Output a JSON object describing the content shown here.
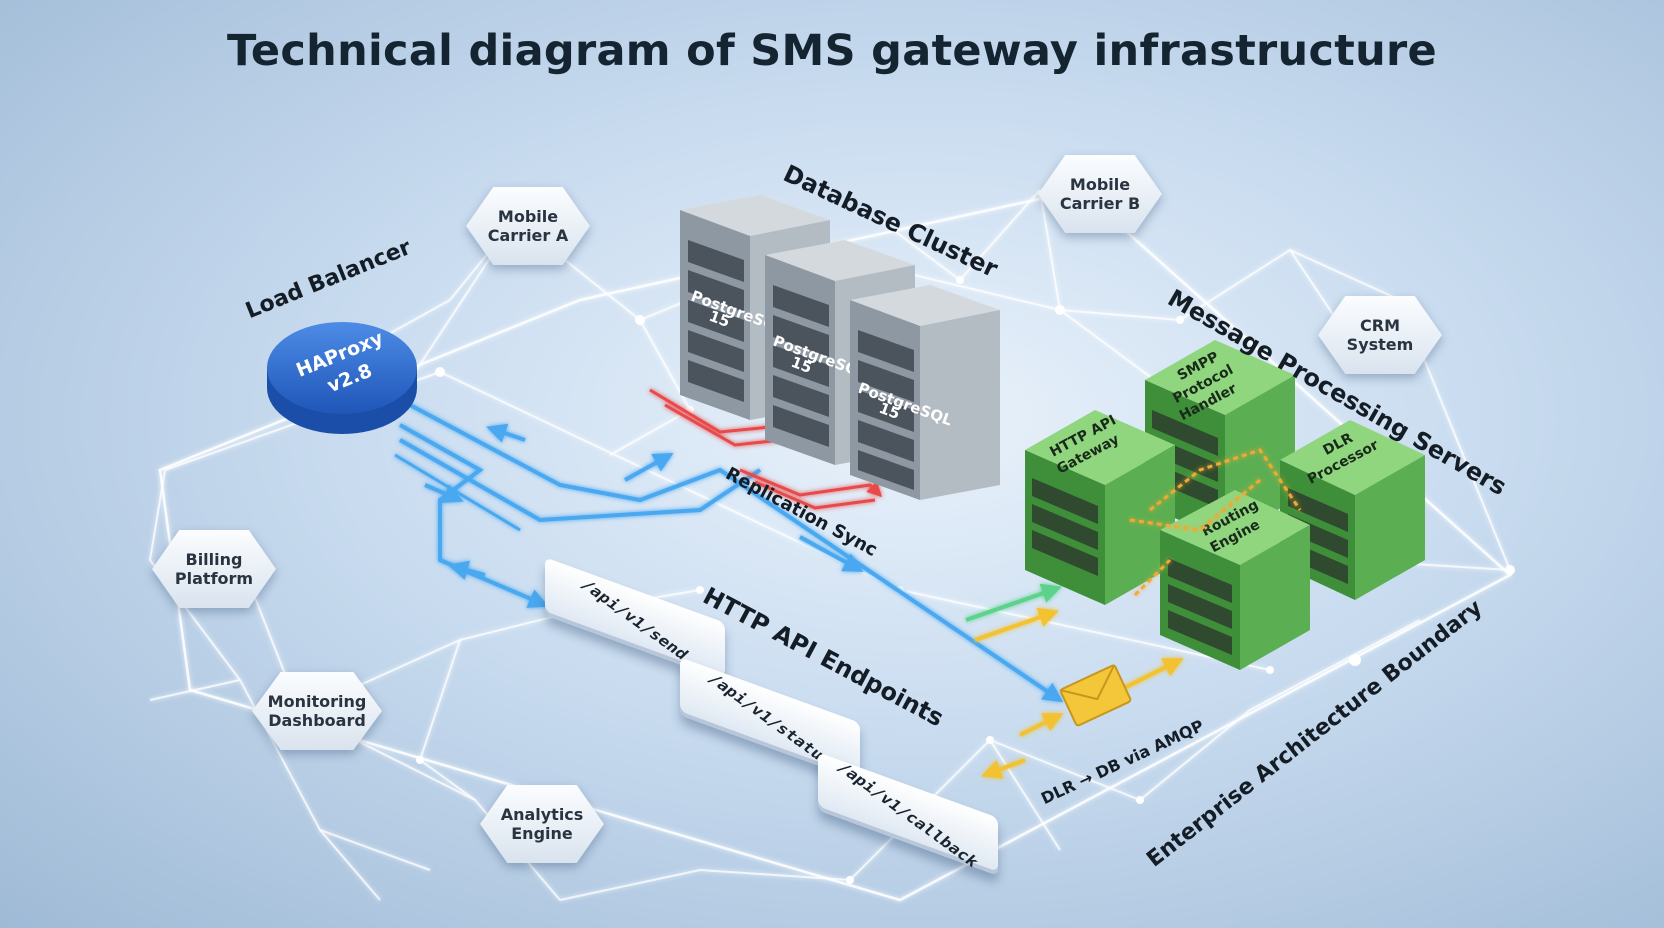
{
  "title": "Technical diagram of SMS gateway infrastructure",
  "labels": {
    "load_balancer": "Load Balancer",
    "database_cluster": "Database Cluster",
    "message_processing": "Message Processing Servers",
    "http_api_endpoints": "HTTP API Endpoints",
    "replication_sync": "Replication Sync",
    "dlr_db": "DLR → DB via AMQP",
    "boundary": "Enterprise Architecture Boundary"
  },
  "haproxy": {
    "line1": "HAProxy",
    "line2": "v2.8"
  },
  "external_nodes": {
    "mobile_carrier_a": {
      "line1": "Mobile",
      "line2": "Carrier A"
    },
    "mobile_carrier_b": {
      "line1": "Mobile",
      "line2": "Carrier B"
    },
    "crm_system": {
      "line1": "CRM",
      "line2": "System"
    },
    "billing_platform": {
      "line1": "Billing",
      "line2": "Platform"
    },
    "monitoring_dashboard": {
      "line1": "Monitoring",
      "line2": "Dashboard"
    },
    "analytics_engine": {
      "line1": "Analytics",
      "line2": "Engine"
    }
  },
  "db_servers": [
    {
      "line1": "PostgreSQL",
      "line2": "15"
    },
    {
      "line1": "PostgreSQL",
      "line2": "15"
    },
    {
      "line1": "PostgreSQL",
      "line2": "15"
    }
  ],
  "processing_servers": {
    "smpp": {
      "line1": "SMPP",
      "line2": "Protocol",
      "line3": "Handler"
    },
    "http_gateway": {
      "line1": "HTTP API",
      "line2": "Gateway"
    },
    "dlr_processor": {
      "line1": "DLR",
      "line2": "Processor"
    },
    "routing_engine": {
      "line1": "Routing",
      "line2": "Engine"
    }
  },
  "endpoints": [
    "/api/v1/send",
    "/api/v1/status",
    "/api/v1/callback"
  ],
  "colors": {
    "haproxy": "#2f6fd0",
    "db_server": "#9aa3ad",
    "processing_server": "#5cae52",
    "network_line": "#ffffff",
    "flow_blue": "#4aa8f0",
    "flow_red": "#e84848",
    "flow_yellow": "#f2c230",
    "flow_green": "#5cd28a"
  },
  "icons": {
    "envelope": "envelope-icon"
  }
}
